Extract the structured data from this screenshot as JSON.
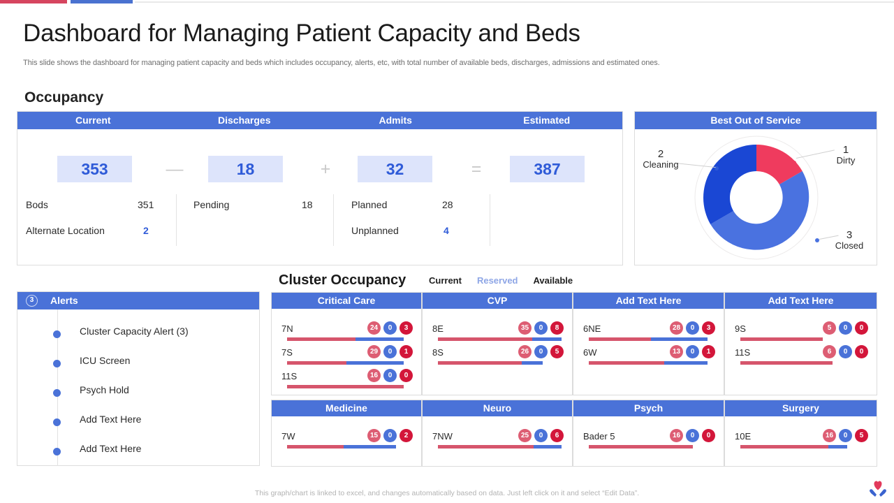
{
  "accent": {
    "red": "#d6455f",
    "blue": "#4a72d0"
  },
  "header": {
    "title": "Dashboard for Managing Patient Capacity and Beds",
    "subtitle": "This slide shows the dashboard for managing patient capacity and beds which includes occupancy, alerts, etc, with total number of available beds, discharges, admissions and estimated ones."
  },
  "occupancy": {
    "section_label": "Occupancy",
    "columns": [
      "Current",
      "Discharges",
      "Admits",
      "Estimated"
    ],
    "values": [
      "353",
      "18",
      "32",
      "387"
    ],
    "operators": [
      "—",
      "+",
      "="
    ],
    "stats": [
      {
        "label": "Bods",
        "value": "351",
        "accent": false
      },
      {
        "label": "Alternate Location",
        "value": "2",
        "accent": true
      },
      {
        "label": "Pending",
        "value": "18",
        "accent": false
      },
      {
        "label": "Planned",
        "value": "28",
        "accent": false
      },
      {
        "label": "Unplanned",
        "value": "4",
        "accent": true
      }
    ]
  },
  "out_of_service": {
    "title": "Best Out of Service",
    "chart_data": {
      "type": "pie",
      "title": "Best Out of Service",
      "categories": [
        "Dirty",
        "Closed",
        "Cleaning"
      ],
      "values": [
        1,
        3,
        2
      ],
      "colors": [
        "#ef3b5e",
        "#4a72e0",
        "#1a47d4"
      ],
      "legend": "callout-labels",
      "donut": true
    },
    "labels": [
      {
        "num": "1",
        "name": "Dirty"
      },
      {
        "num": "3",
        "name": "Closed"
      },
      {
        "num": "2",
        "name": "Cleaning"
      }
    ]
  },
  "alerts": {
    "title": "Alerts",
    "count": "3",
    "items": [
      "Cluster Capacity Alert (3)",
      "ICU Screen",
      "Psych Hold",
      "Add Text Here",
      "Add Text Here"
    ]
  },
  "cluster": {
    "title": "Cluster Occupancy",
    "tabs": [
      {
        "label": "Current",
        "active": true
      },
      {
        "label": "Reserved",
        "active": false
      },
      {
        "label": "Available",
        "active": true
      }
    ],
    "cards": [
      {
        "title": "Critical Care",
        "rows": [
          {
            "label": "7N",
            "current": "24",
            "reserved": "0",
            "available": "3",
            "bar_red_pct": 52,
            "bar_blue_pct": 37
          },
          {
            "label": "7S",
            "current": "29",
            "reserved": "0",
            "available": "1",
            "bar_red_pct": 45,
            "bar_blue_pct": 44
          },
          {
            "label": "11S",
            "current": "16",
            "reserved": "0",
            "available": "0",
            "bar_red_pct": 89,
            "bar_blue_pct": 0
          }
        ]
      },
      {
        "title": "CVP",
        "rows": [
          {
            "label": "8E",
            "current": "35",
            "reserved": "0",
            "available": "8",
            "bar_red_pct": 72,
            "bar_blue_pct": 22
          },
          {
            "label": "8S",
            "current": "26",
            "reserved": "0",
            "available": "5",
            "bar_red_pct": 64,
            "bar_blue_pct": 16
          }
        ]
      },
      {
        "title": "Add Text Here",
        "rows": [
          {
            "label": "6NE",
            "current": "28",
            "reserved": "0",
            "available": "3",
            "bar_red_pct": 47,
            "bar_blue_pct": 43
          },
          {
            "label": "6W",
            "current": "13",
            "reserved": "0",
            "available": "1",
            "bar_red_pct": 57,
            "bar_blue_pct": 33
          }
        ]
      },
      {
        "title": "Add Text Here",
        "rows": [
          {
            "label": "9S",
            "current": "5",
            "reserved": "0",
            "available": "0",
            "bar_red_pct": 62,
            "bar_blue_pct": 0
          },
          {
            "label": "11S",
            "current": "6",
            "reserved": "0",
            "available": "0",
            "bar_red_pct": 69,
            "bar_blue_pct": 0
          }
        ]
      },
      {
        "title": "Medicine",
        "rows": [
          {
            "label": "7W",
            "current": "15",
            "reserved": "0",
            "available": "2",
            "bar_red_pct": 43,
            "bar_blue_pct": 40
          }
        ]
      },
      {
        "title": "Neuro",
        "rows": [
          {
            "label": "7NW",
            "current": "25",
            "reserved": "0",
            "available": "6",
            "bar_red_pct": 73,
            "bar_blue_pct": 21
          }
        ]
      },
      {
        "title": "Psych",
        "rows": [
          {
            "label": "Bader 5",
            "current": "16",
            "reserved": "0",
            "available": "0",
            "bar_red_pct": 79,
            "bar_blue_pct": 0
          }
        ]
      },
      {
        "title": "Surgery",
        "rows": [
          {
            "label": "10E",
            "current": "16",
            "reserved": "0",
            "available": "5",
            "bar_red_pct": 66,
            "bar_blue_pct": 14
          }
        ]
      }
    ]
  },
  "footer": {
    "note": "This graph/chart is linked to excel,  and changes automatically based on data. Just left click on it and select “Edit Data”.",
    "logo_icon": "heart-in-hands-logo"
  }
}
